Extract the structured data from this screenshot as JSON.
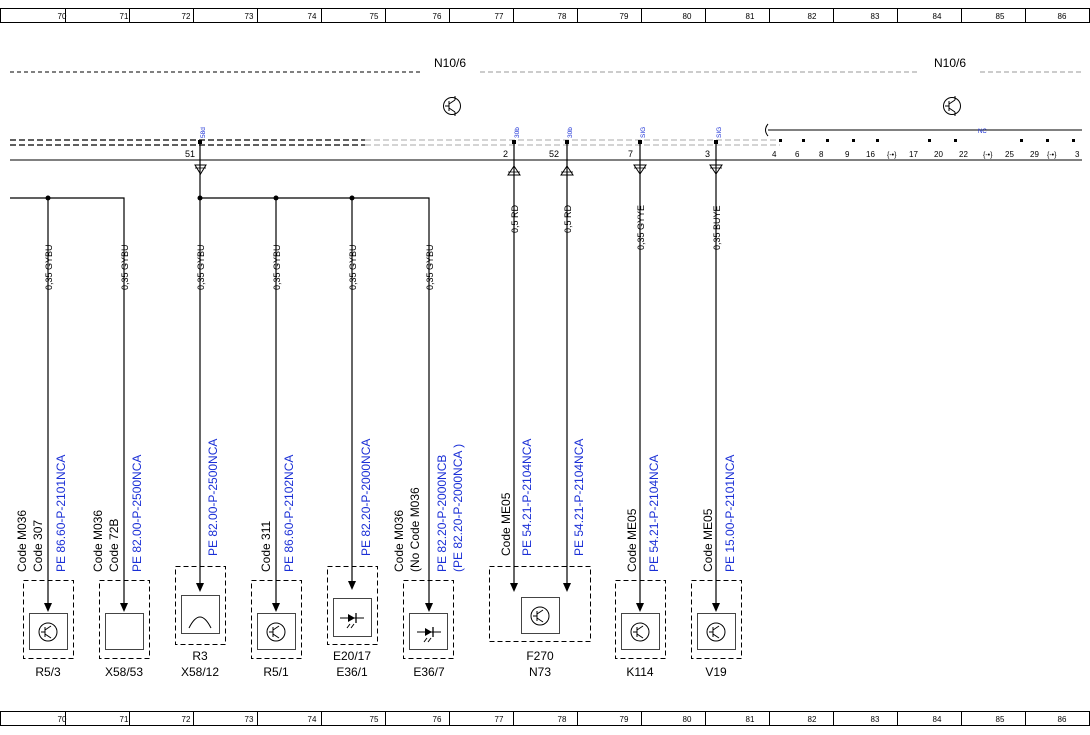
{
  "ruler": {
    "numbers": [
      "70",
      "71",
      "72",
      "73",
      "74",
      "75",
      "76",
      "77",
      "78",
      "79",
      "80",
      "81",
      "82",
      "83",
      "84",
      "85",
      "86"
    ]
  },
  "modules": [
    {
      "id": "m1",
      "label": "N10/6"
    },
    {
      "id": "m2",
      "label": "N10/6"
    }
  ],
  "connector_nc_label": "NC",
  "pins": [
    {
      "id": "p51",
      "number": "51",
      "signal": "58d"
    },
    {
      "id": "p2",
      "number": "2",
      "signal": "30b"
    },
    {
      "id": "p52",
      "number": "52",
      "signal": "30b"
    },
    {
      "id": "p7",
      "number": "7",
      "signal": "SIG"
    },
    {
      "id": "p3",
      "number": "3",
      "signal": "SIG"
    }
  ],
  "right_connector_pins": [
    "4",
    "6",
    "8",
    "9",
    "16",
    "17",
    "20",
    "22",
    "25",
    "29",
    "3"
  ],
  "wires": [
    {
      "id": "w1",
      "spec": "0,35 GYBU"
    },
    {
      "id": "w2",
      "spec": "0,35 GYBU"
    },
    {
      "id": "w3",
      "spec": "0,35 GYBU"
    },
    {
      "id": "w4",
      "spec": "0,35 GYBU"
    },
    {
      "id": "w5",
      "spec": "0,35 GYBU"
    },
    {
      "id": "w6",
      "spec": "0,35 GYBU"
    },
    {
      "id": "w7",
      "spec": "0,5 RD"
    },
    {
      "id": "w8",
      "spec": "0,5 RD"
    },
    {
      "id": "w9",
      "spec": "0,35 GYYE"
    },
    {
      "id": "w10",
      "spec": "0,35 BUYE"
    }
  ],
  "components": [
    {
      "id": "c1",
      "codes": [
        "Code M036",
        "Code 307"
      ],
      "refs": [
        "PE 86.60-P-2101NCA"
      ],
      "names": [
        "R5/3"
      ],
      "name_colors": [
        "#000000"
      ]
    },
    {
      "id": "c2",
      "codes": [
        "Code M036",
        "Code 72B"
      ],
      "refs": [
        "PE 82.00-P-2500NCA"
      ],
      "names": [
        "X58/53"
      ],
      "name_colors": [
        "#1a2fd6"
      ]
    },
    {
      "id": "c3",
      "codes": [],
      "refs": [
        "PE 82.00-P-2500NCA"
      ],
      "names": [
        "R3",
        "X58/12"
      ],
      "name_colors": [
        "#000000",
        "#1a2fd6"
      ]
    },
    {
      "id": "c4",
      "codes": [
        "Code 311"
      ],
      "refs": [
        "PE 86.60-P-2102NCA"
      ],
      "names": [
        "R5/1"
      ],
      "name_colors": [
        "#000000"
      ]
    },
    {
      "id": "c5",
      "codes": [],
      "refs": [
        "PE 82.20-P-2000NCA"
      ],
      "names": [
        "E20/17",
        "E36/1"
      ],
      "name_colors": [
        "#000000",
        "#000000"
      ]
    },
    {
      "id": "c6",
      "codes": [
        "Code M036",
        "(No Code M036"
      ],
      "refs": [
        "PE 82.20-P-2000NCB",
        "(PE 82.20-P-2000NCA   )"
      ],
      "names": [
        "E36/7"
      ],
      "name_colors": [
        "#000000"
      ]
    },
    {
      "id": "c7",
      "codes": [
        "Code ME05"
      ],
      "refs": [
        "PE 54.21-P-2104NCA",
        "PE 54.21-P-2104NCA"
      ],
      "names": [
        "F270",
        "N73"
      ],
      "name_colors": [
        "#000000",
        "#000000"
      ]
    },
    {
      "id": "c8",
      "codes": [
        "Code ME05"
      ],
      "refs": [
        "PE 54.21-P-2104NCA"
      ],
      "names": [
        "K114"
      ],
      "name_colors": [
        "#000000"
      ]
    },
    {
      "id": "c9",
      "codes": [
        "Code ME05"
      ],
      "refs": [
        "PE 15.00-P-2101NCA"
      ],
      "names": [
        "V19"
      ],
      "name_colors": [
        "#000000"
      ]
    }
  ],
  "colors": {
    "line": "#000000",
    "reference_blue": "#1a2fd6",
    "grey_dash": "#999999"
  }
}
